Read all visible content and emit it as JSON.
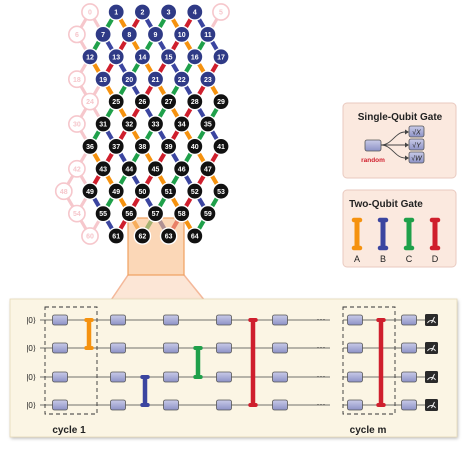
{
  "lattice": {
    "active_qubits": [
      {
        "id": "1",
        "r": 0,
        "c": 7
      },
      {
        "id": "2",
        "r": 0,
        "c": 9
      },
      {
        "id": "3",
        "r": 0,
        "c": 11
      },
      {
        "id": "4",
        "r": 0,
        "c": 13
      },
      {
        "id": "7",
        "r": 1,
        "c": 6
      },
      {
        "id": "8",
        "r": 1,
        "c": 8
      },
      {
        "id": "9",
        "r": 1,
        "c": 10
      },
      {
        "id": "10",
        "r": 1,
        "c": 12
      },
      {
        "id": "11",
        "r": 1,
        "c": 14
      },
      {
        "id": "12",
        "r": 2,
        "c": 5
      },
      {
        "id": "13",
        "r": 2,
        "c": 7
      },
      {
        "id": "14",
        "r": 2,
        "c": 9
      },
      {
        "id": "15",
        "r": 2,
        "c": 11
      },
      {
        "id": "16",
        "r": 2,
        "c": 13
      },
      {
        "id": "17",
        "r": 2,
        "c": 15
      },
      {
        "id": "19",
        "r": 3,
        "c": 6
      },
      {
        "id": "20",
        "r": 3,
        "c": 8
      },
      {
        "id": "21",
        "r": 3,
        "c": 10
      },
      {
        "id": "22",
        "r": 3,
        "c": 12
      },
      {
        "id": "23",
        "r": 3,
        "c": 14
      },
      {
        "id": "25",
        "r": 4,
        "c": 7
      },
      {
        "id": "26",
        "r": 4,
        "c": 9
      },
      {
        "id": "27",
        "r": 4,
        "c": 11
      },
      {
        "id": "28",
        "r": 4,
        "c": 13
      },
      {
        "id": "29",
        "r": 4,
        "c": 15
      },
      {
        "id": "31",
        "r": 5,
        "c": 6
      },
      {
        "id": "32",
        "r": 5,
        "c": 8
      },
      {
        "id": "33",
        "r": 5,
        "c": 10
      },
      {
        "id": "34",
        "r": 5,
        "c": 12
      },
      {
        "id": "35",
        "r": 5,
        "c": 14
      },
      {
        "id": "36",
        "r": 6,
        "c": 5
      },
      {
        "id": "37",
        "r": 6,
        "c": 7
      },
      {
        "id": "38",
        "r": 6,
        "c": 9
      },
      {
        "id": "39",
        "r": 6,
        "c": 11
      },
      {
        "id": "40",
        "r": 6,
        "c": 13
      },
      {
        "id": "41",
        "r": 6,
        "c": 15
      },
      {
        "id": "43",
        "r": 7,
        "c": 6
      },
      {
        "id": "44",
        "r": 7,
        "c": 8
      },
      {
        "id": "45",
        "r": 7,
        "c": 10
      },
      {
        "id": "46",
        "r": 7,
        "c": 12
      },
      {
        "id": "47",
        "r": 7,
        "c": 14
      },
      {
        "id": "49",
        "r": 8,
        "c": 5
      },
      {
        "id": "49",
        "r": 8,
        "c": 7
      },
      {
        "id": "50",
        "r": 8,
        "c": 9
      },
      {
        "id": "51",
        "r": 8,
        "c": 11
      },
      {
        "id": "52",
        "r": 8,
        "c": 13
      },
      {
        "id": "53",
        "r": 8,
        "c": 15
      },
      {
        "id": "55",
        "r": 9,
        "c": 6
      },
      {
        "id": "56",
        "r": 9,
        "c": 8
      },
      {
        "id": "57",
        "r": 9,
        "c": 10
      },
      {
        "id": "58",
        "r": 9,
        "c": 12
      },
      {
        "id": "59",
        "r": 9,
        "c": 14
      },
      {
        "id": "61",
        "r": 10,
        "c": 7
      },
      {
        "id": "62",
        "r": 10,
        "c": 9
      },
      {
        "id": "63",
        "r": 10,
        "c": 11
      },
      {
        "id": "64",
        "r": 10,
        "c": 13
      }
    ],
    "inactive_qubits": [
      {
        "id": "0",
        "r": 0,
        "c": 5
      },
      {
        "id": "5",
        "r": 0,
        "c": 15
      },
      {
        "id": "6",
        "r": 1,
        "c": 4
      },
      {
        "id": "18",
        "r": 3,
        "c": 4
      },
      {
        "id": "24",
        "r": 4,
        "c": 5
      },
      {
        "id": "30",
        "r": 5,
        "c": 4
      },
      {
        "id": "42",
        "r": 7,
        "c": 4
      },
      {
        "id": "48",
        "r": 8,
        "c": 3
      },
      {
        "id": "54",
        "r": 9,
        "c": 4
      },
      {
        "id": "60",
        "r": 10,
        "c": 5
      }
    ],
    "colors": {
      "A": "#f5920f",
      "B": "#3b45a0",
      "C": "#1fa04a",
      "D": "#cf1f2d",
      "inactive": "#f6c7cc"
    }
  },
  "single_qubit_gate": {
    "title": "Single-Qubit Gate",
    "random_label": "random",
    "gates": [
      "√X",
      "√Y",
      "√W"
    ]
  },
  "two_qubit_gate": {
    "title": "Two-Qubit Gate",
    "labels": [
      "A",
      "B",
      "C",
      "D"
    ]
  },
  "circuit": {
    "kets": [
      "|0⟩",
      "|0⟩",
      "|0⟩",
      "|0⟩"
    ],
    "cycle_first": "cycle 1",
    "cycle_last": "cycle m",
    "ellipsis": "···"
  }
}
